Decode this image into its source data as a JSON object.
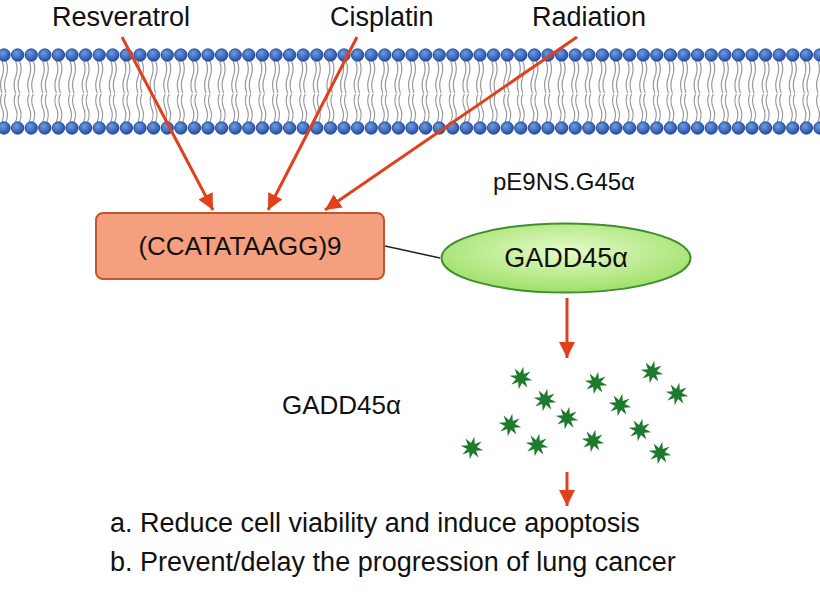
{
  "diagram": {
    "nodes": [
      {
        "text": [
          "Resveratrol"
        ]
      },
      {
        "text": [
          "Cisplatin"
        ]
      },
      {
        "text": [
          "Radiation"
        ]
      },
      {
        "text": [
          "(CCATATAAGG)9"
        ]
      },
      {
        "text": [
          "GADD45α"
        ]
      },
      {
        "text": [
          "GADD45α"
        ]
      },
      {
        "text": [
          "a. Reduce cell viability and induce apoptosis",
          "b. Prevent/delay the progression of lung cancer"
        ]
      }
    ],
    "edges": [
      {
        "from": 0,
        "to": 3,
        "arrow": "to"
      },
      {
        "from": 1,
        "to": 3,
        "arrow": "to"
      },
      {
        "from": 2,
        "to": 3,
        "arrow": "to"
      },
      {
        "from": 3,
        "to": 4,
        "arrow": "none"
      },
      {
        "from": 4,
        "to": 5,
        "arrow": "to"
      },
      {
        "from": 5,
        "to": 6,
        "arrow": "to"
      }
    ],
    "labels": [
      "pE9NS.G45α"
    ]
  }
}
